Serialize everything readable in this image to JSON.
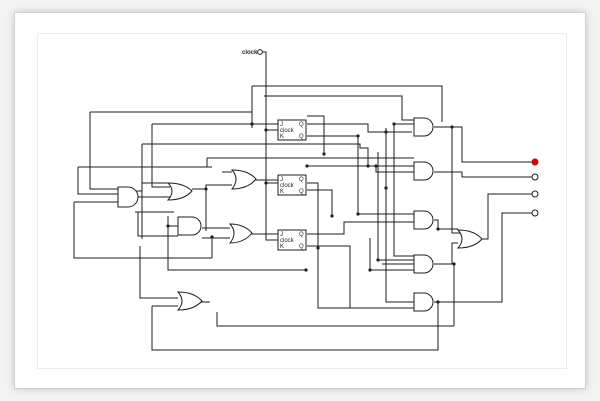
{
  "clock_label": "clock",
  "flipflops": [
    {
      "j": "J",
      "k": "K",
      "clk": "clock",
      "q": "Q",
      "qn": "Q"
    },
    {
      "j": "J",
      "k": "K",
      "clk": "clock",
      "q": "Q",
      "qn": "Q"
    },
    {
      "j": "J",
      "k": "K",
      "clk": "clock",
      "q": "Q",
      "qn": "Q"
    }
  ],
  "outputs": [
    {
      "state": "high",
      "color": "#d90000"
    },
    {
      "state": "low",
      "color": "#ffffff"
    },
    {
      "state": "low",
      "color": "#ffffff"
    },
    {
      "state": "low",
      "color": "#ffffff"
    }
  ],
  "colors": {
    "wire": "#1e1e1e",
    "active_output": "#d90000",
    "background": "#ffffff"
  }
}
